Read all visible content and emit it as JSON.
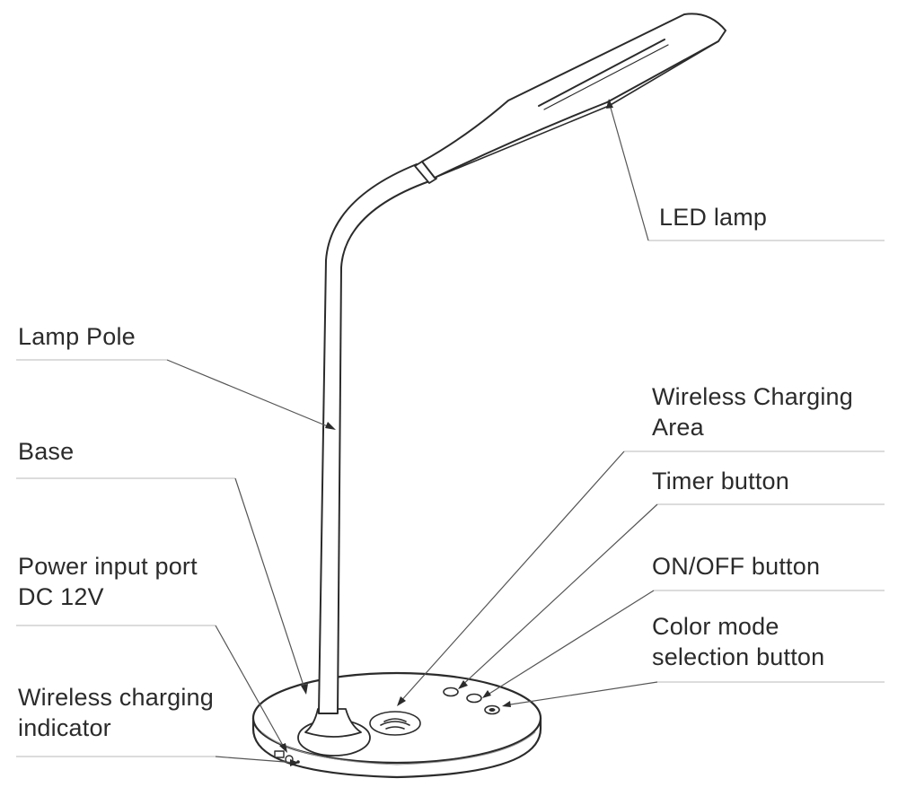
{
  "labels": {
    "led_lamp": "LED lamp",
    "lamp_pole": "Lamp Pole",
    "base": "Base",
    "power_port_line1": "Power input port",
    "power_port_line2": "DC 12V",
    "wc_indicator_line1": "Wireless charging",
    "wc_indicator_line2": "indicator",
    "wc_area_line1": "Wireless Charging",
    "wc_area_line2": "Area",
    "timer": "Timer button",
    "onoff": "ON/OFF button",
    "color_line1": "Color mode",
    "color_line2": "selection button"
  },
  "colors": {
    "ink": "#2b2b2b",
    "leader": "#555555",
    "guide": "#c8c8c8"
  }
}
